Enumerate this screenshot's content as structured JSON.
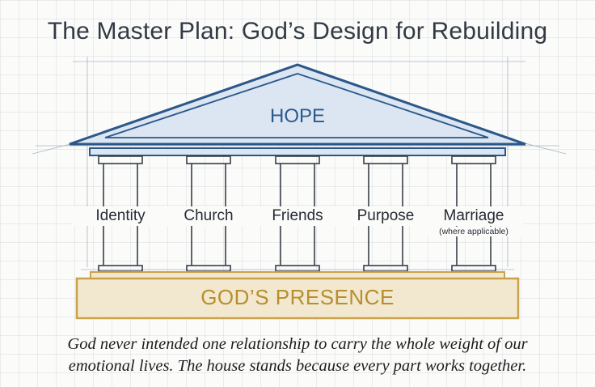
{
  "title": "The Master Plan: God’s Design for Rebuilding",
  "roof": {
    "label": "HOPE"
  },
  "pillars": [
    {
      "label": "Identity",
      "sublabel": ""
    },
    {
      "label": "Church",
      "sublabel": ""
    },
    {
      "label": "Friends",
      "sublabel": ""
    },
    {
      "label": "Purpose",
      "sublabel": ""
    },
    {
      "label": "Marriage",
      "sublabel": "(where applicable)"
    }
  ],
  "foundation": {
    "label": "GOD’S PRESENCE"
  },
  "caption": {
    "line1": "God never intended one relationship to carry the whole weight of our",
    "line2": "emotional lives. The house stands because every part works together."
  },
  "colors": {
    "roof_stroke": "#2b5889",
    "roof_fill": "#dbe6f2",
    "foundation_stroke": "#c9a24a",
    "foundation_fill": "#f2e8cf",
    "pillar_stroke": "#3a3f47"
  }
}
